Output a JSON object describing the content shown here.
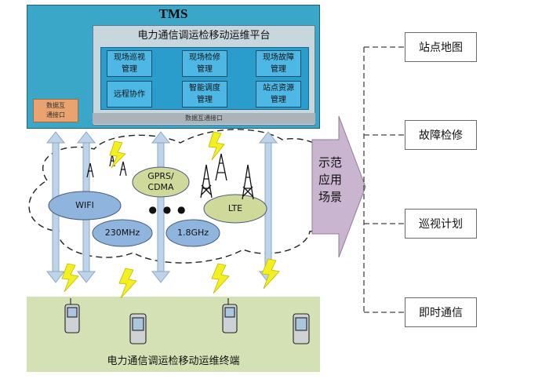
{
  "tms": {
    "title": "TMS",
    "platform_title": "电力通信调运检移动运维平台",
    "modules": [
      "现场巡视\n管理",
      "现场检修\n管理",
      "现场故障\n管理",
      "远程协作",
      "智能调度\n管理",
      "站点资源\n管理"
    ],
    "interface_bottom": "数据互通接口",
    "interface_left": "数据互\n通接口"
  },
  "networks": {
    "gprs": "GPRS/\nCDMA",
    "wifi": "WIFI",
    "lte": "LTE",
    "f230": "230MHz",
    "f18": "1.8GHz",
    "dots": "● ● ●"
  },
  "terminal_label": "电力通信调运检移动运维终端",
  "scene_label": "示范\n应用\n场景",
  "scenes": [
    "站点地图",
    "故障检修",
    "巡视计划",
    "即时通信"
  ],
  "colors": {
    "tms_bg": "#3aa6c8",
    "module_bg": "#4db8e6",
    "platform_bg": "#c8d6de",
    "terminal_bg": "#d4e1b4",
    "arrow_purple": "#c9b5cf",
    "lightning": "#f2f01e"
  }
}
